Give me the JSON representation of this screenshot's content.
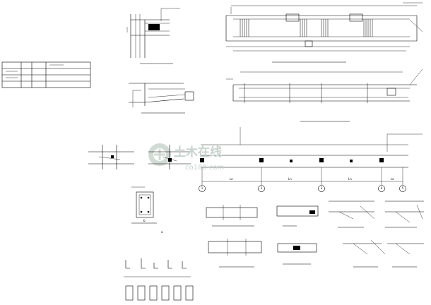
{
  "drawing": {
    "axis_labels": [
      "1",
      "2",
      "3",
      "4",
      "5"
    ],
    "span_labels": [
      "Lz",
      "Ln",
      "Ln",
      "Lz"
    ],
    "note_mark": "a",
    "section_mark": "b"
  },
  "watermark": {
    "name": "土木在线",
    "url": "co188.com",
    "color": "#c8d3cd"
  },
  "colors": {
    "line": "#000000",
    "background": "#ffffff"
  }
}
